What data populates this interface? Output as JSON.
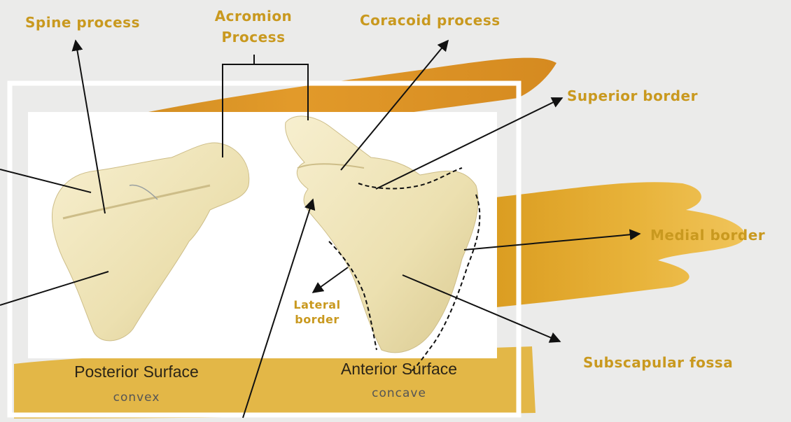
{
  "labels": {
    "spine_process": "Spine process",
    "acromion_process": "Acromion Process",
    "coracoid_process": "Coracoid process",
    "superior_border": "Superior border",
    "medial_border": "Medial border",
    "lateral_border": "Lateral border",
    "subscapular_fossa": "Subscapular fossa"
  },
  "surfaces": {
    "posterior_title": "Posterior Surface",
    "posterior_sub": "convex",
    "anterior_title": "Anterior Surface",
    "anterior_sub": "concave"
  },
  "colors": {
    "label": "#c9991f",
    "brush": "#e0a02a",
    "bone": "#efe6c2",
    "photo_bg": "#ffffff",
    "background": "#ebebea"
  }
}
